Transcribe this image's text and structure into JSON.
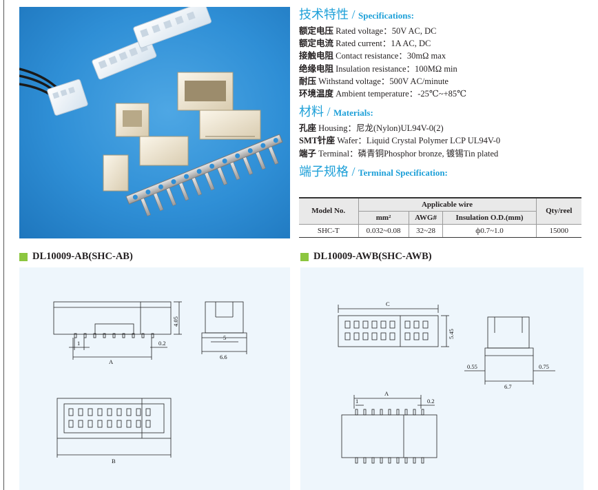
{
  "specifications": {
    "heading_cn": "技术特性",
    "heading_sep": " / ",
    "heading_en": "Specifications:",
    "items": [
      {
        "cn": "额定电压",
        "en": " Rated voltage：50V AC, DC"
      },
      {
        "cn": "额定电流",
        "en": " Rated current：1A AC, DC"
      },
      {
        "cn": "接触电阻",
        "en": " Contact resistance：30mΩ max"
      },
      {
        "cn": "绝缘电阻",
        "en": " Insulation resistance：100MΩ min"
      },
      {
        "cn": "耐压",
        "en": " Withstand voltage：500V AC/minute"
      },
      {
        "cn": "环境温度",
        "en": " Ambient temperature：-25℃~+85℃"
      }
    ]
  },
  "materials": {
    "heading_cn": "材料",
    "heading_sep": " / ",
    "heading_en": "Materials:",
    "items": [
      {
        "cn": "孔座",
        "en": " Housing：尼龙(Nylon)UL94V-0(2)"
      },
      {
        "cn": "SMT针座",
        "en": " Wafer：Liquid Crystal Polymer LCP UL94V-0"
      },
      {
        "cn": "端子",
        "en": " Terminal：磷青铜Phosphor bronze, 镀锡Tin plated"
      }
    ]
  },
  "terminal_spec": {
    "heading_cn": "端子规格",
    "heading_sep": " / ",
    "heading_en": "Terminal Specification:",
    "table": {
      "model_header": "Model No.",
      "wire_header": "Applicable wire",
      "qty_header": "Qty/reel",
      "sub_headers": [
        "mm²",
        "AWG#",
        "Insulation O.D.(mm)"
      ],
      "rows": [
        {
          "model": "SHC-T",
          "mm2": "0.032~0.08",
          "awg": "32~28",
          "insulation": "ф0.7~1.0",
          "qty": "15000"
        }
      ]
    }
  },
  "drawing_ab": {
    "title": "DL10009-AB(SHC-AB)",
    "dims": {
      "height": "4.05",
      "pitch": "1",
      "a": "A",
      "gap": "0.2",
      "side_inner": "5",
      "side_outer": "6.6",
      "b": "B"
    }
  },
  "drawing_awb": {
    "title": "DL10009-AWB(SHC-AWB)",
    "dims": {
      "c": "C",
      "height": "5.45",
      "left_ext": "0.55",
      "width": "6.7",
      "right_ext": "0.75",
      "a": "A",
      "pitch": "1",
      "gap": "0.2"
    }
  },
  "colors": {
    "accent": "#1ea0d8",
    "marker": "#8cc63f",
    "photo_bg": "#2f8fd6",
    "drawing_bg": "#eef6fc"
  }
}
